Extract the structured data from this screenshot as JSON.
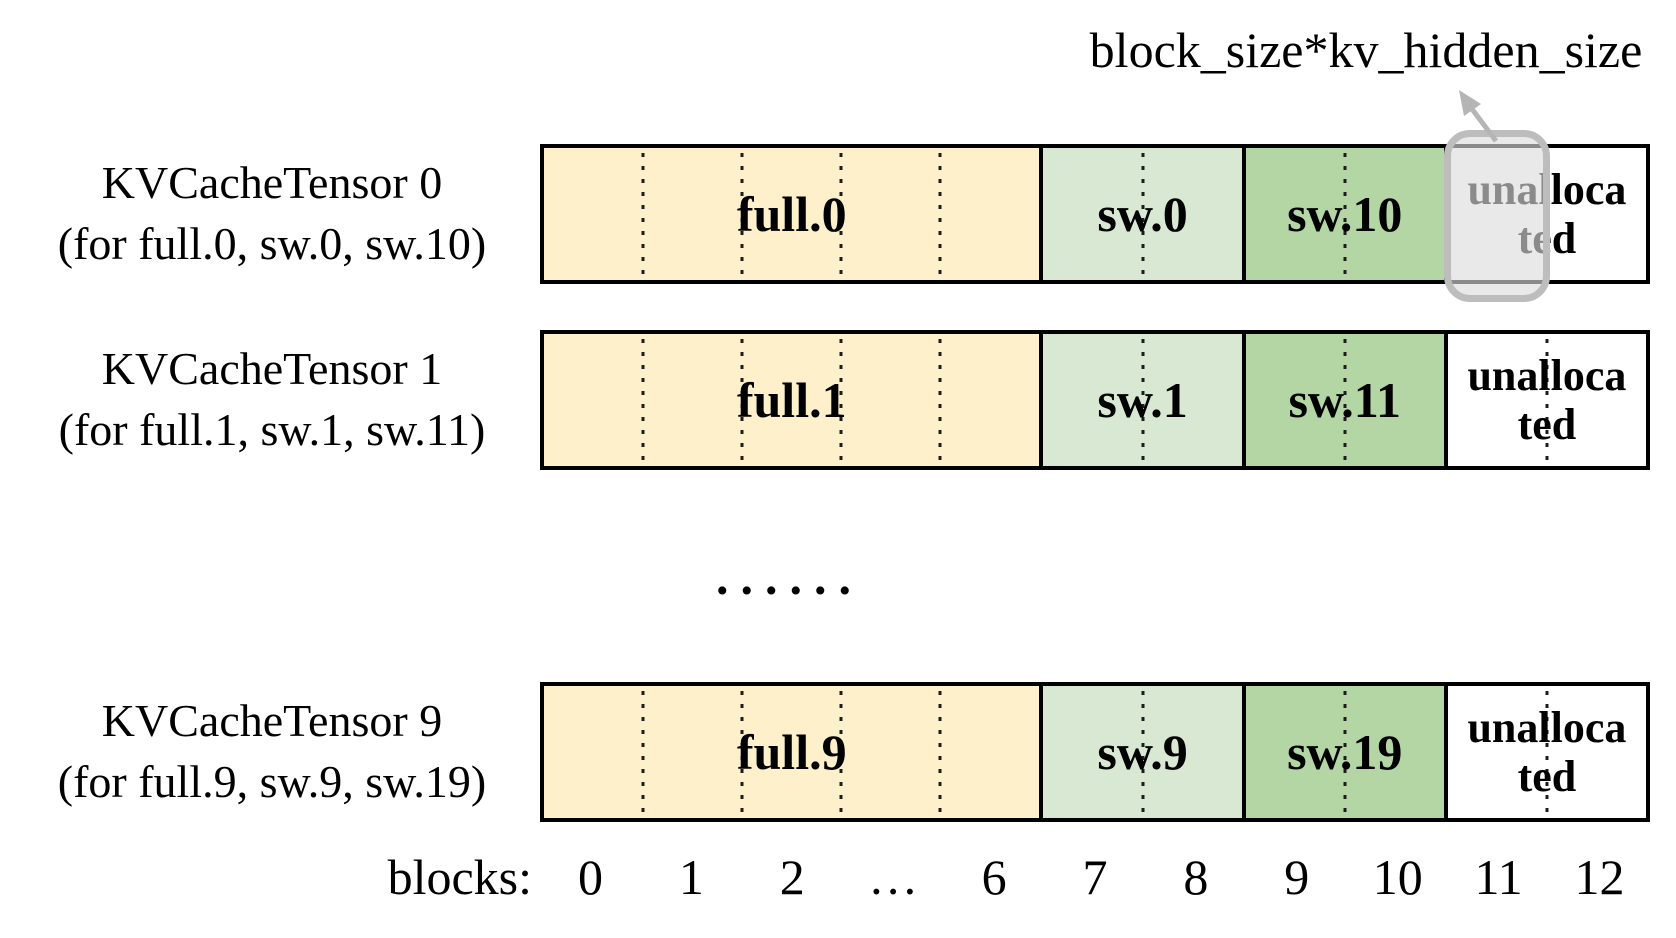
{
  "figure": {
    "annotation_label": "block_size*kv_hidden_size",
    "separator_dots": "......",
    "rows": [
      {
        "title": "KVCacheTensor 0",
        "subtitle": "(for full.0, sw.0, sw.10)",
        "full_label": "full.0",
        "sw_light_label": "sw.0",
        "sw_dark_label": "sw.10",
        "unallocated_line1": "unalloca",
        "unallocated_line2": "ted",
        "highlighted": true
      },
      {
        "title": "KVCacheTensor 1",
        "subtitle": "(for full.1, sw.1, sw.11)",
        "full_label": "full.1",
        "sw_light_label": "sw.1",
        "sw_dark_label": "sw.11",
        "unallocated_line1": "unalloca",
        "unallocated_line2": "ted",
        "highlighted": false
      },
      {
        "title": "KVCacheTensor 9",
        "subtitle": "(for full.9, sw.9, sw.19)",
        "full_label": "full.9",
        "sw_light_label": "sw.9",
        "sw_dark_label": "sw.19",
        "unallocated_line1": "unalloca",
        "unallocated_line2": "ted",
        "highlighted": false
      }
    ],
    "axis": {
      "prefix": "blocks:",
      "ticks": [
        "0",
        "1",
        "2",
        "…",
        "6",
        "7",
        "8",
        "9",
        "10",
        "11",
        "12"
      ]
    },
    "colors": {
      "full": "#FDF0CA",
      "sw_light": "#D9E8D2",
      "sw_dark": "#B3D6A4",
      "highlight_border": "#BDBDBD",
      "highlight_fill": "rgba(220,220,220,0.63)",
      "arrow": "#B5B5B5"
    }
  }
}
